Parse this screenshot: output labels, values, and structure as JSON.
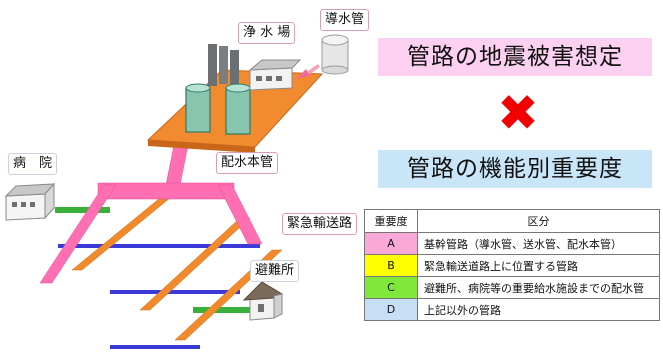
{
  "labels": {
    "water_plant": "浄 水 場",
    "conduit": "導水管",
    "hospital": "病　院",
    "main_distribution": "配水本管",
    "emergency_route": "緊急輸送路",
    "shelter": "避難所"
  },
  "titles": {
    "damage": "管路の地震被害想定",
    "cross_symbol": "✖",
    "importance": "管路の機能別重要度"
  },
  "table": {
    "headers": [
      "重要度",
      "区分"
    ],
    "rows": [
      {
        "code": "A",
        "desc": "基幹管路（導水管、送水管、配水本管）",
        "color": "#f9a8d8"
      },
      {
        "code": "B",
        "desc": "緊急輸送道路上に位置する管路",
        "color": "#ffff00"
      },
      {
        "code": "C",
        "desc": "避難所、病院等の重要給水施設までの配水管",
        "color": "#7fe83a"
      },
      {
        "code": "D",
        "desc": "上記以外の管路",
        "color": "#c6dff5"
      }
    ]
  },
  "colors": {
    "pink_pipe": "#ff6fb2",
    "orange_pipe": "#f08a2c",
    "blue_pipe": "#3a3ad8",
    "green_pipe": "#38b03a",
    "platform": "#f28a30",
    "title_pink_bg": "#fbd0f0",
    "title_blue_bg": "#c9e6f8"
  }
}
